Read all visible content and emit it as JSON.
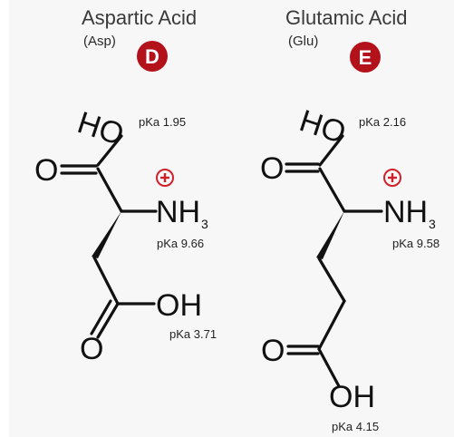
{
  "colors": {
    "badge": "#b3121b",
    "charge": "#d0202a",
    "background": "#f7f7f8"
  },
  "left": {
    "name": "Aspartic Acid",
    "abbr": "(Asp)",
    "letter": "D",
    "atoms": {
      "ho": "HO",
      "o1": "O",
      "nh": "NH",
      "sub3": "3",
      "oh": "OH",
      "o2": "O"
    },
    "pka_top": "pKa 1.95",
    "pka_amine": "pKa 9.66",
    "pka_side": "pKa 3.71"
  },
  "right": {
    "name": "Glutamic Acid",
    "abbr": "(Glu)",
    "letter": "E",
    "atoms": {
      "ho": "HO",
      "o1": "O",
      "nh": "NH",
      "sub3": "3",
      "oh": "OH",
      "o2": "O"
    },
    "pka_top": "pKa 2.16",
    "pka_amine": "pKa 9.58",
    "pka_side": "pKa 4.15"
  }
}
